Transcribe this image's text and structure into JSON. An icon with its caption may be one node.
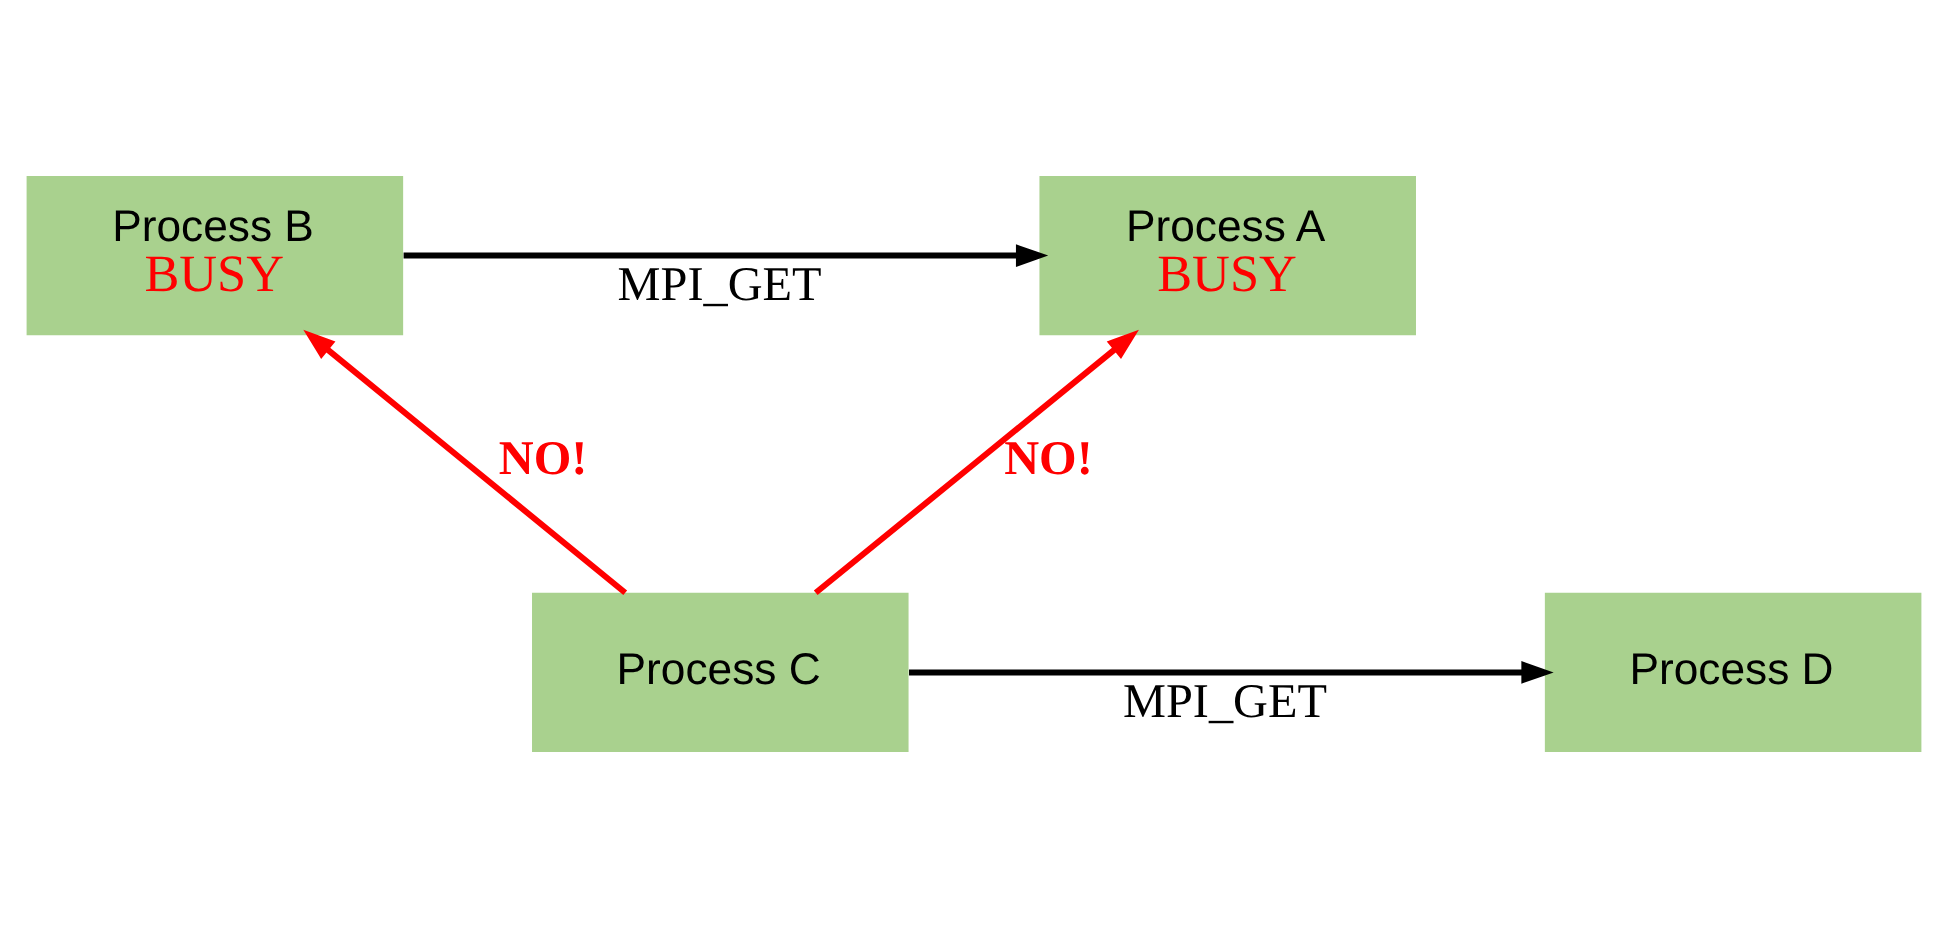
{
  "diagram": {
    "nodes": [
      {
        "text": [
          "Process A",
          "BUSY"
        ]
      },
      {
        "text": [
          "Process B",
          "BUSY"
        ]
      },
      {
        "text": [
          "Process D"
        ]
      },
      {
        "text": [
          "Process C"
        ]
      }
    ],
    "edges": [
      {
        "from": 1,
        "to": 0,
        "arrow": "to",
        "label": "MPI_GET"
      },
      {
        "from": 3,
        "to": 2,
        "arrow": "to",
        "label": "MPI_GET"
      },
      {
        "from": 3,
        "to": 0,
        "arrow": "to",
        "label": "NO!",
        "color": "#ff0000"
      },
      {
        "from": 3,
        "to": 1,
        "arrow": "to",
        "label": "NO!",
        "color": "#ff0000"
      }
    ]
  }
}
